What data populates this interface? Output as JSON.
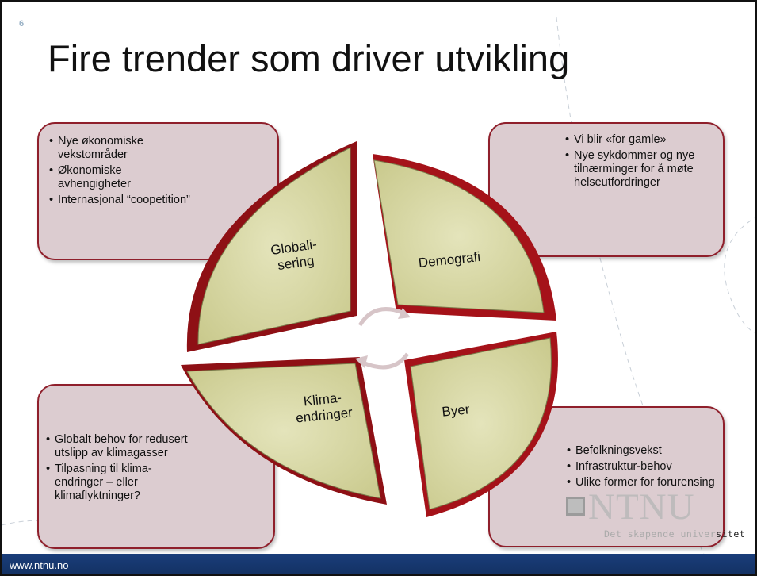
{
  "slide": {
    "number": "6",
    "title": "Fire trender som driver utvikling"
  },
  "segments": [
    {
      "label_line1": "Globali-",
      "label_line2": "sering"
    },
    {
      "label_line1": "Demografi",
      "label_line2": ""
    },
    {
      "label_line1": "Klima-",
      "label_line2": "endringer"
    },
    {
      "label_line1": "Byer",
      "label_line2": ""
    }
  ],
  "boxes": {
    "top_left": [
      "Nye økonomiske vekstområder",
      "Økonomiske avhengigheter",
      "Internasjonal “coopetition”"
    ],
    "top_right": [
      "Vi blir «for gamle»",
      "Nye sykdommer og nye tilnærminger for å møte helseutfordringer"
    ],
    "bottom_left": [
      "Globalt behov for redusert utslipp av klimagasser",
      "Tilpasning til klima-endringer – eller klimaflyktninger?"
    ],
    "bottom_right": [
      "Befolkningsvekst",
      "Infrastruktur-behov",
      "Ulike former for forurensing"
    ]
  },
  "logo": {
    "text": "NTNU",
    "tagline_light": "Det skapende univer",
    "tagline_dark": "sitet"
  },
  "footer": {
    "url": "www.ntnu.no"
  },
  "colors": {
    "box_fill": "#dcccd0",
    "box_border": "#8f1f2b",
    "segment_fill": "#d9d9a6",
    "segment_rim": "#b0161e",
    "footer": "#1a3d7a"
  }
}
